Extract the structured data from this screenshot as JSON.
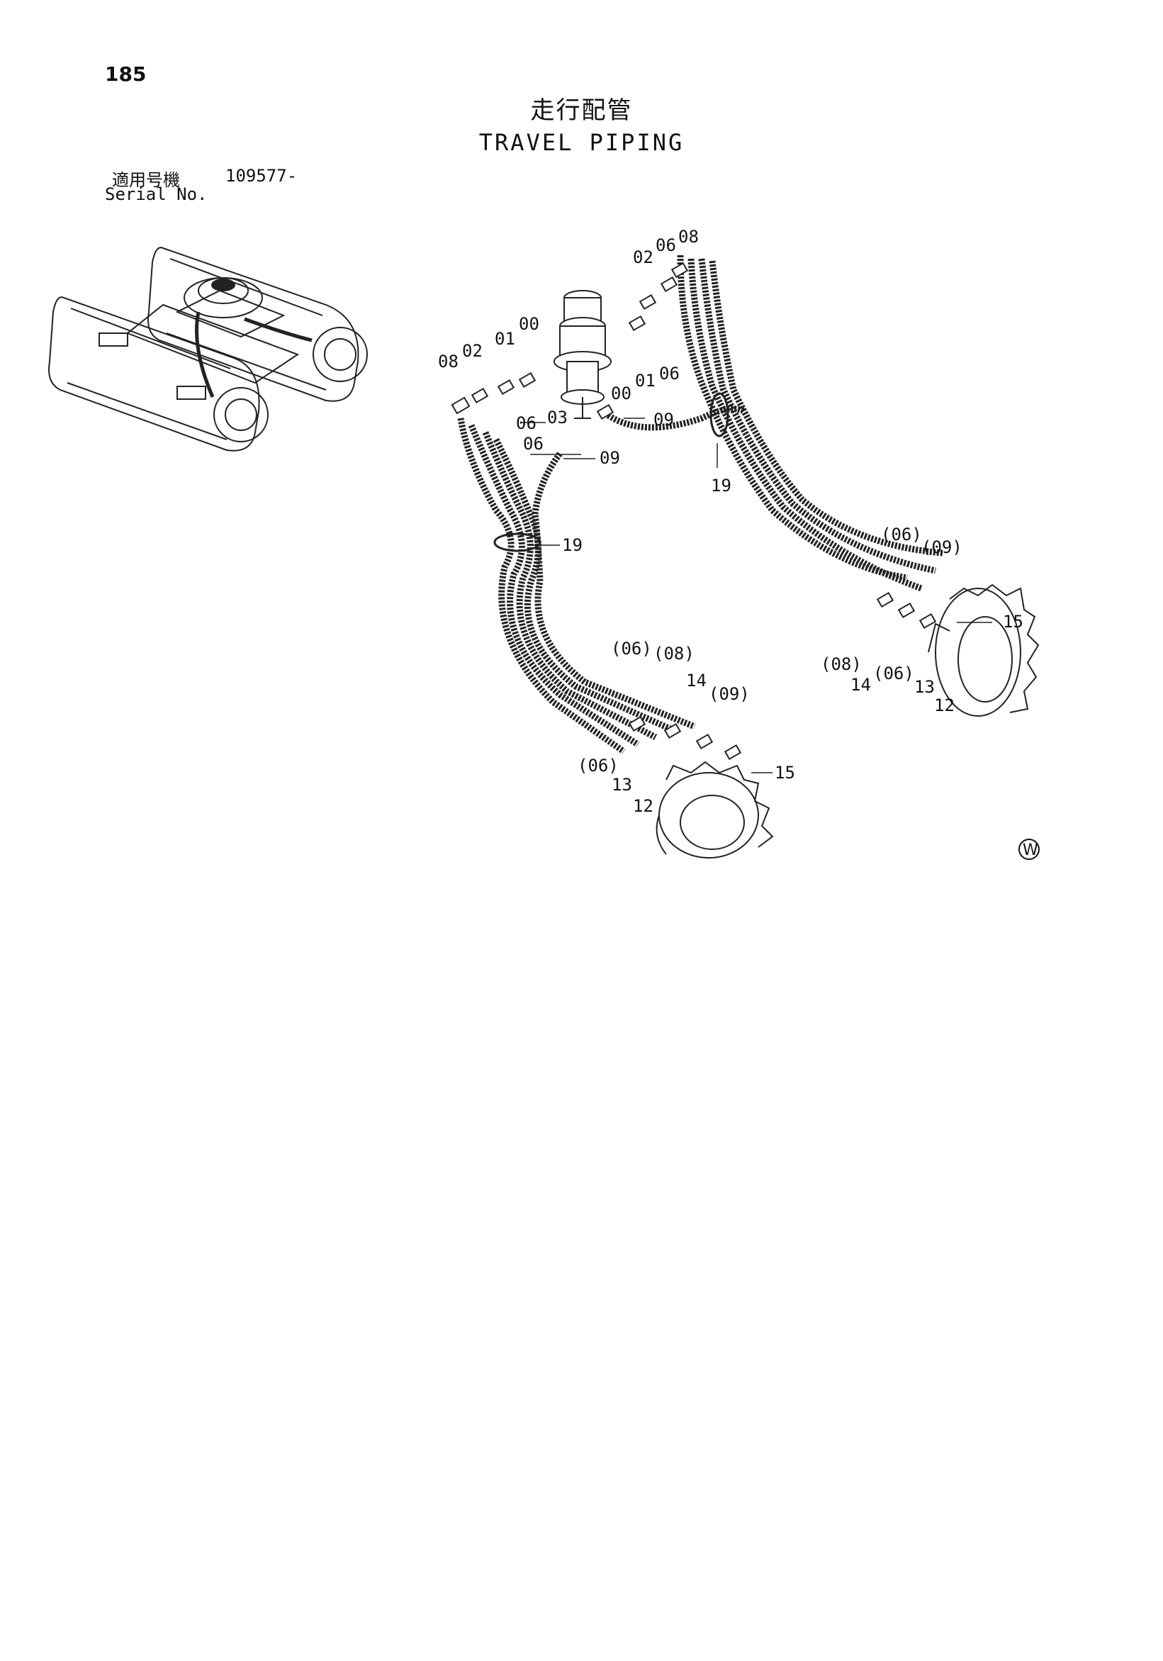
{
  "header": {
    "page_number": "185",
    "title_jp": "走行配管",
    "title_en": "TRAVEL PIPING"
  },
  "serial": {
    "label_jp": "適用号機",
    "label_en": "Serial No.",
    "value": "109577-"
  },
  "parts": {
    "p02a": "02",
    "p06a": "06",
    "p08a": "08",
    "p08b": "08",
    "p02b": "02",
    "p01a": "01",
    "p00a": "00",
    "p01b": "01",
    "p00b": "00",
    "p06b": "06",
    "p06c": "06",
    "p06d": "06",
    "p03": "03",
    "p09a": "09",
    "p09b": "09",
    "p19a": "19",
    "p19b": "19",
    "p06e": "(06)",
    "p09c": "(09)",
    "p15a": "15",
    "p08c": "(08)",
    "p14a": "14",
    "p06f": "(06)",
    "p13a": "13",
    "p12a": "12",
    "p06g": "(06)",
    "p08d": "(08)",
    "p14b": "14",
    "p09d": "(09)",
    "p06h": "(06)",
    "p13b": "13",
    "p12b": "12",
    "p15b": "15"
  },
  "mark": "W"
}
